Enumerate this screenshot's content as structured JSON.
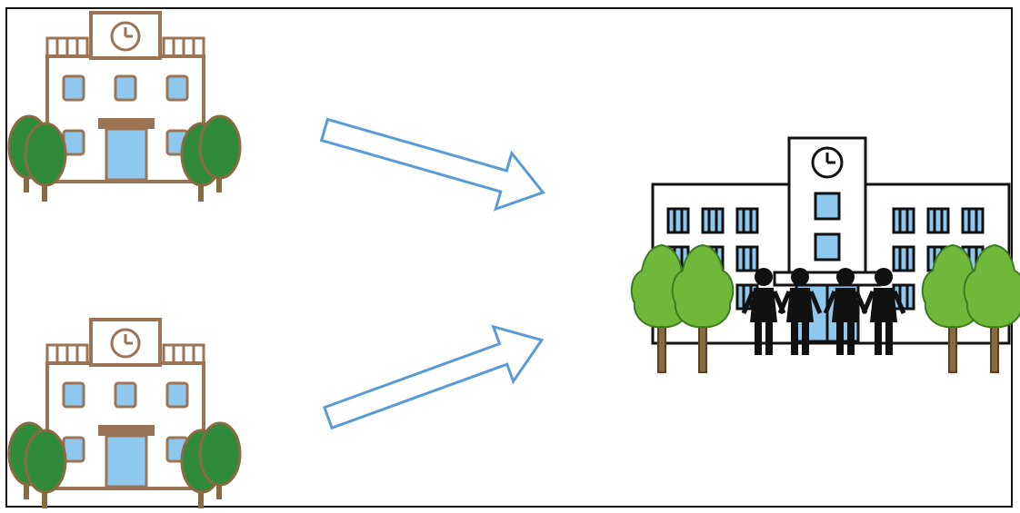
{
  "diagram": {
    "type": "school-merger-illustration",
    "left_schools": [
      {
        "name": "small-school-top",
        "icon": "school-building-icon"
      },
      {
        "name": "small-school-bottom",
        "icon": "school-building-icon"
      }
    ],
    "arrows": [
      {
        "name": "arrow-top",
        "icon": "arrow-right-icon"
      },
      {
        "name": "arrow-bottom",
        "icon": "arrow-right-icon"
      }
    ],
    "merged_school": {
      "name": "large-school",
      "icon": "school-building-with-students-icon"
    },
    "colors": {
      "outline_brown": "#9b7355",
      "window_blue": "#8fc8ee",
      "door_brown": "#9b7355",
      "tree_green": "#2f8a3a",
      "tree_green_light": "#6fb83a",
      "trunk_brown": "#8a6a40",
      "arrow_blue": "#5b9bd5",
      "silhouette": "#111111",
      "frame": "#111111"
    }
  }
}
